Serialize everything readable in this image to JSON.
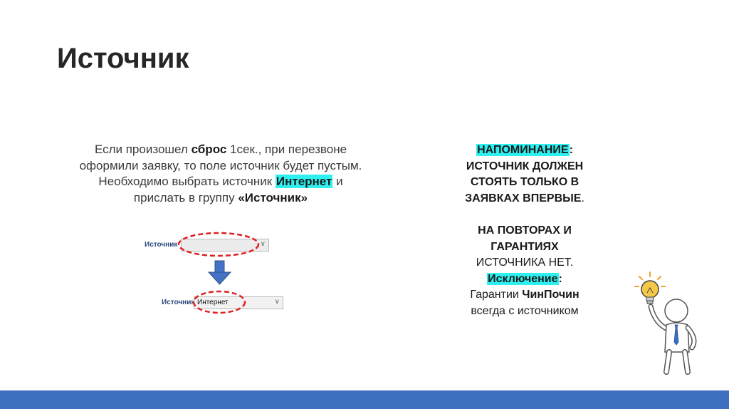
{
  "slide": {
    "title": "Источник",
    "left": {
      "p1": "Если произошел ",
      "b1": "сброс",
      "p2": " 1сек., при перезвоне оформили заявку, то поле источник будет пустым. Необходимо выбрать источник ",
      "b2": "Интернет",
      "p3": " и прислать в группу ",
      "b3": "«Источник»"
    },
    "mockup": {
      "label1": "Источник",
      "label2": "Источник",
      "value2": "Интернет",
      "accent": "#2ef0f0",
      "arrow_color": "#4472c4",
      "ellipse_color": "#e02020"
    },
    "right": {
      "h1": "НАПОМИНАНИЕ",
      "colon1": ":",
      "t1": "ИСТОЧНИК ДОЛЖЕН СТОЯТЬ ТОЛЬКО В ЗАЯВКАХ ВПЕРВЫЕ",
      "dot1": ".",
      "t2": "НА ПОВТОРАХ И ГАРАНТИЯХ",
      "t3": "ИСТОЧНИКА НЕТ.",
      "h2": "Исключение",
      "colon2": ":",
      "t4": "Гарантии ",
      "b4": "ЧинПочин",
      "t5": "всегда с источником"
    },
    "band_color": "#3f6fbf"
  }
}
